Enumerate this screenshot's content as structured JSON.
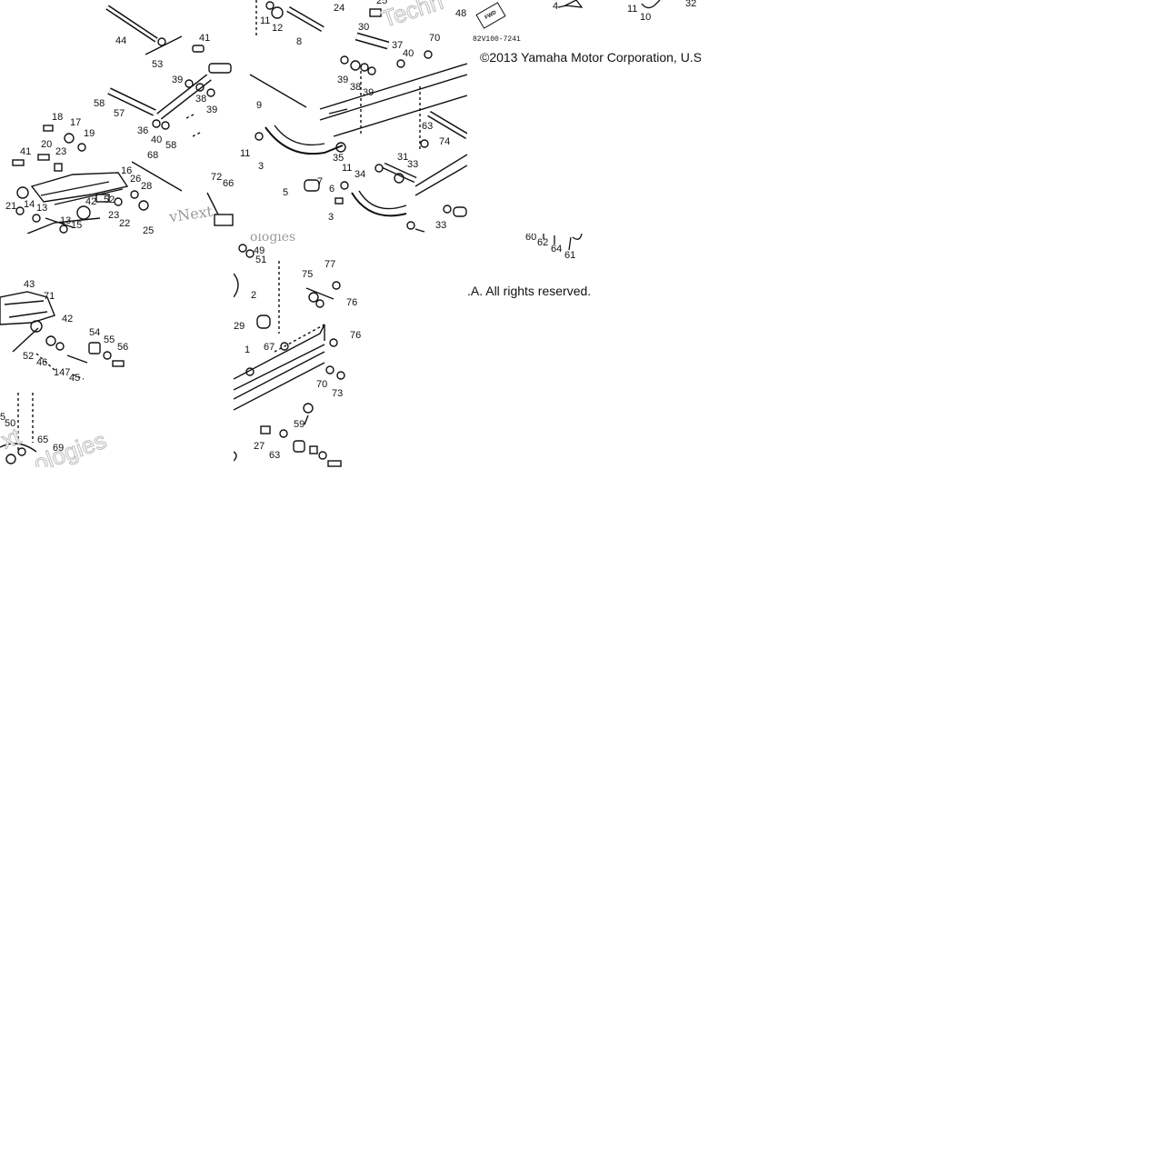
{
  "copyright": "©2013 Yamaha Motor Corporation, U.S.",
  "copyright_tail": ".A. All rights reserved.",
  "diagram_code": "82V100-7241",
  "fwd_label": "FWD",
  "watermarks": {
    "w1": "Techn",
    "w2": "vNext",
    "w3": "ologies",
    "w4": "ologies",
    "w5": "xt"
  },
  "tiles": {
    "t1": [
      "44",
      "53",
      "41",
      "39",
      "58",
      "57",
      "38",
      "39",
      "36",
      "40",
      "58",
      "18",
      "17",
      "19",
      "20",
      "23",
      "41",
      "68",
      "16",
      "26",
      "28",
      "72",
      "66",
      "42",
      "52",
      "21",
      "14",
      "13",
      "13",
      "15",
      "23",
      "22",
      "25"
    ],
    "t2": [
      "25",
      "24",
      "12",
      "11",
      "8",
      "30",
      "37",
      "40",
      "70",
      "48",
      "39",
      "38",
      "39",
      "9",
      "11",
      "3",
      "35",
      "63",
      "74",
      "31",
      "33",
      "34",
      "7",
      "5",
      "6",
      "11",
      "3",
      "33"
    ],
    "t3": [
      "4",
      "11",
      "10",
      "32"
    ],
    "t4": [
      "43",
      "71",
      "42",
      "54",
      "55",
      "56",
      "52",
      "46",
      "147",
      "45",
      "5",
      "50",
      "65",
      "69"
    ],
    "t5": [
      "49",
      "51",
      "75",
      "77",
      "76",
      "2",
      "29",
      "76",
      "67",
      "1",
      "70",
      "73",
      "59",
      "27",
      "63"
    ],
    "t6": [
      "60",
      "62",
      "64",
      "61"
    ]
  }
}
